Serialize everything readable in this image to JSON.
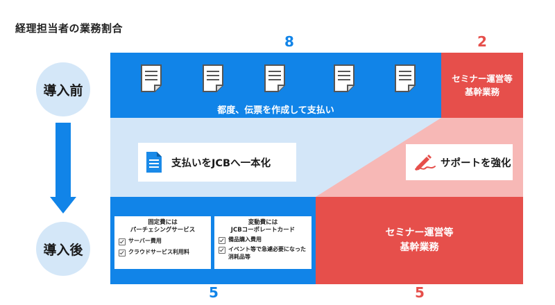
{
  "title": "経理担当者の業務割合",
  "before": {
    "label": "導入前",
    "blue_value": "8",
    "red_value": "2",
    "blue_caption": "都度、伝票を作成して支払い",
    "red_line1": "セミナー運営等",
    "red_line2": "基幹業務"
  },
  "transition": {
    "left_card": "支払いをJCBへ一本化",
    "right_card": "サポートを強化"
  },
  "after": {
    "label": "導入後",
    "blue_value": "5",
    "red_value": "5",
    "fixed_card": {
      "head1": "固定費には",
      "head2": "パーチェシングサービス",
      "items": [
        "サーバー費用",
        "クラウドサービス利用料"
      ]
    },
    "variable_card": {
      "head1": "変動費には",
      "head2": "JCBコーポレートカード",
      "items": [
        "備品購入費用",
        "イベント等で急遽必要になった消耗品等"
      ]
    },
    "red_line1": "セミナー運営等",
    "red_line2": "基幹業務"
  },
  "colors": {
    "blue": "#1184e8",
    "red": "#e64f4b",
    "light_blue": "#d3e6f8",
    "light_red": "#f7b8b6"
  },
  "icons": [
    "document-icon",
    "document-lines-icon",
    "pen-signature-icon",
    "checkbox-icon",
    "down-arrow-icon"
  ]
}
